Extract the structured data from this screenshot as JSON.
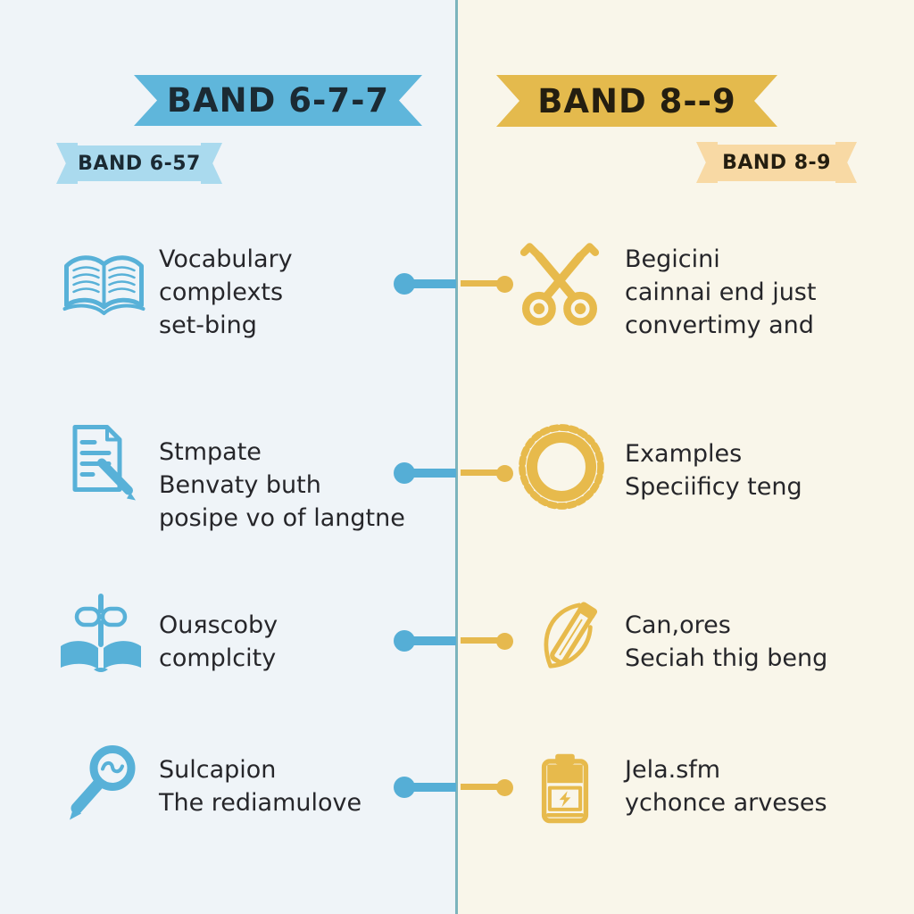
{
  "left": {
    "banner": "BAND 6-7-7",
    "ribbon": "BAND 6-57",
    "theme_color": "#5fb6db",
    "accent_color": "#55aed6",
    "background": "#eff4f8",
    "features": [
      {
        "icon": "open-book-icon",
        "lines": [
          "Vocabulary",
          "complexts",
          "set-bing"
        ]
      },
      {
        "icon": "document-pen-icon",
        "lines": [
          "Stmpate",
          "Benvaty buth",
          "posipe vo of langtne"
        ]
      },
      {
        "icon": "book-chain-icon",
        "lines": [
          "Ouяscoby",
          "complcity"
        ]
      },
      {
        "icon": "magnifier-pen-icon",
        "lines": [
          "Sulcapion",
          "The rediamulove"
        ]
      }
    ]
  },
  "right": {
    "banner": "BAND 8--9",
    "ribbon": "BAND 8-9",
    "theme_color": "#e4ba4d",
    "accent_color": "#e6b94e",
    "background": "#f9f6ea",
    "features": [
      {
        "icon": "scissors-icon",
        "lines": [
          "Begicini",
          "cainnai end just",
          "convertimy and"
        ]
      },
      {
        "icon": "seal-badge-icon",
        "lines": [
          "Examples",
          "Speciificy teng"
        ]
      },
      {
        "icon": "pen-leaf-icon",
        "lines": [
          "Can,ores",
          "Seciah thig beng"
        ]
      },
      {
        "icon": "battery-bolt-icon",
        "lines": [
          "Jela.sfm",
          "ychonce arveses"
        ]
      }
    ]
  },
  "divider_color": "#7cb4bd"
}
